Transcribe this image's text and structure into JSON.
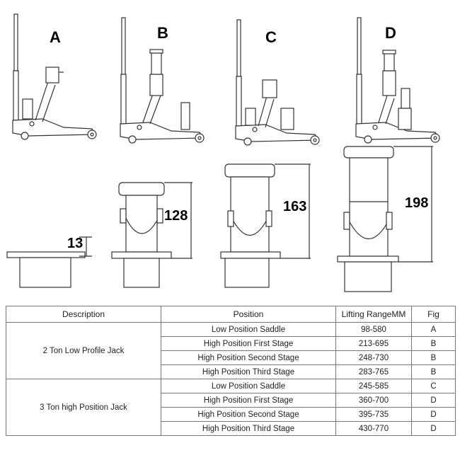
{
  "figures": [
    "A",
    "B",
    "C",
    "D"
  ],
  "dimensions": [
    "13",
    "128",
    "163",
    "198"
  ],
  "table": {
    "headers": [
      "Description",
      "Position",
      "Lifting RangeMM",
      "Fig"
    ],
    "groups": [
      {
        "description": "2 Ton Low  Profile Jack",
        "rows": [
          {
            "position": "Low Position Saddle",
            "range": "98-580",
            "fig": "A"
          },
          {
            "position": "High Position First Stage",
            "range": "213-695",
            "fig": "B"
          },
          {
            "position": "High Position Second Stage",
            "range": "248-730",
            "fig": "B"
          },
          {
            "position": "High Position Third Stage",
            "range": "283-765",
            "fig": "B"
          }
        ]
      },
      {
        "description": "3 Ton high Position Jack",
        "rows": [
          {
            "position": "Low Position Saddle",
            "range": "245-585",
            "fig": "C"
          },
          {
            "position": "High Position First Stage",
            "range": "360-700",
            "fig": "D"
          },
          {
            "position": "High Position Second Stage",
            "range": "395-735",
            "fig": "D"
          },
          {
            "position": "High Position Third Stage",
            "range": "430-770",
            "fig": "D"
          }
        ]
      }
    ]
  }
}
